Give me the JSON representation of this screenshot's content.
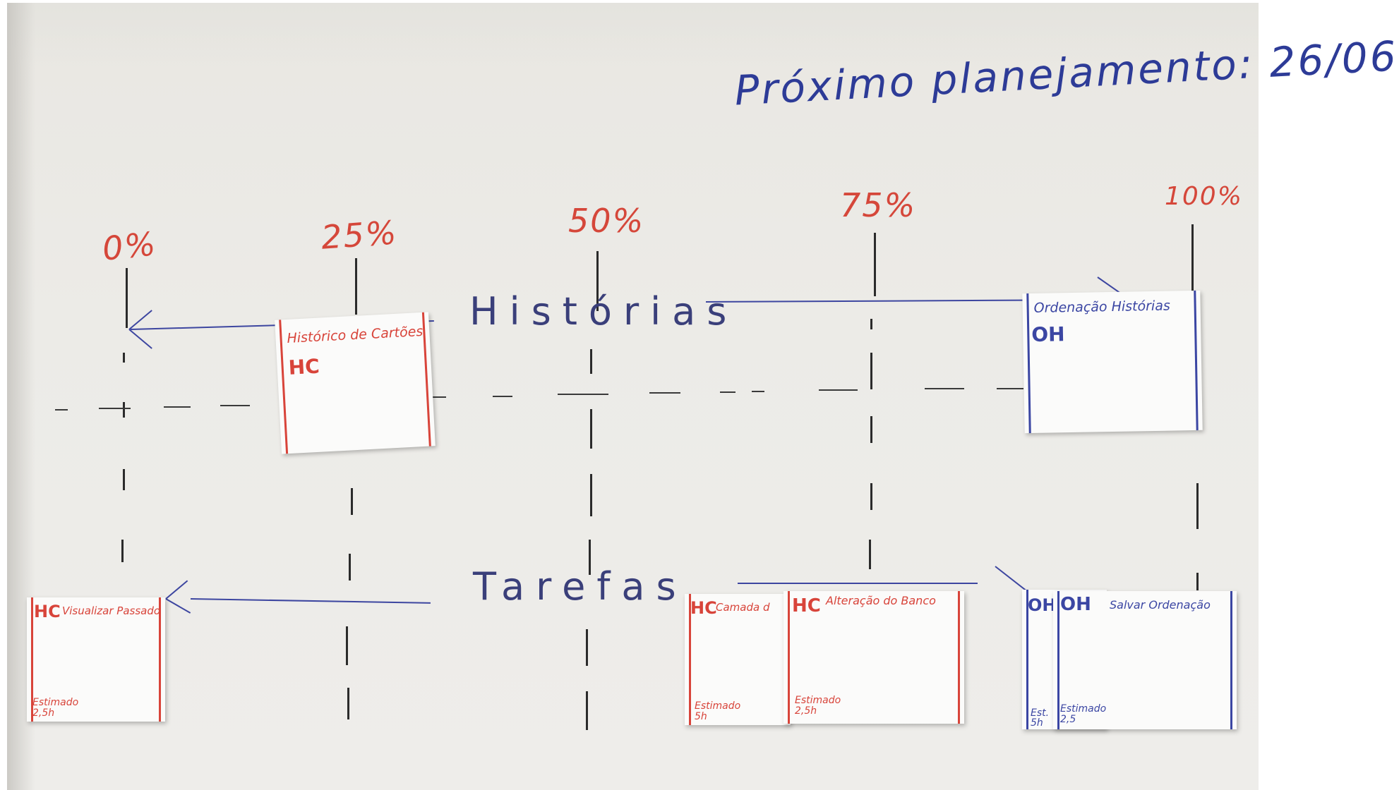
{
  "heading": "Próximo planejamento: 26/06",
  "milestones": [
    "0%",
    "25%",
    "50%",
    "75%",
    "100%"
  ],
  "rows": {
    "stories": "Histórias",
    "tasks": "Tarefas"
  },
  "story_cards": [
    {
      "title": "Histórico de Cartões",
      "code": "HC"
    },
    {
      "title": "Ordenação Histórias",
      "code": "OH"
    }
  ],
  "task_cards": [
    {
      "code": "HC",
      "title": "Visualizar Passado",
      "estimate_label": "Estimado",
      "estimate": "2,5h"
    },
    {
      "code": "HC",
      "title": "Camada d",
      "estimate_label": "Estimado",
      "estimate": "5h"
    },
    {
      "code": "HC",
      "title": "Alteração do Banco",
      "estimate_label": "Estimado",
      "estimate": "2,5h"
    },
    {
      "code": "OH",
      "title": "",
      "estimate_label": "Est.",
      "estimate": "5h"
    },
    {
      "code": "OH",
      "title": "Salvar Ordenação",
      "estimate_label": "Estimado",
      "estimate": "2,5"
    }
  ],
  "colors": {
    "ink_blue": "#3b46a3",
    "ink_red": "#d8443a",
    "ink_black": "#2b2b2b",
    "board": "#eceae6"
  }
}
